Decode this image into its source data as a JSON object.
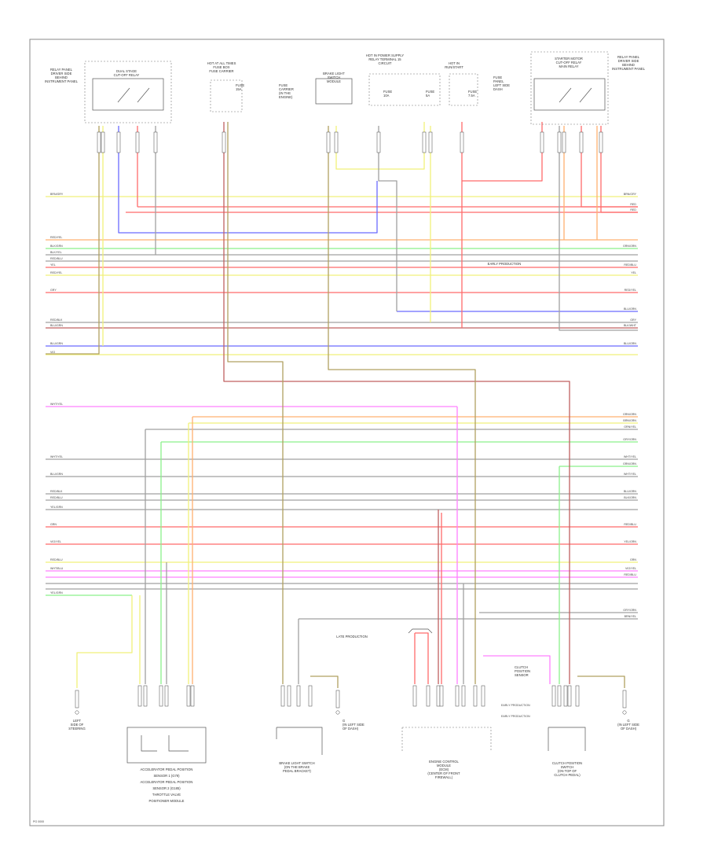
{
  "page_id": "PG 0000",
  "components": {
    "relay_left": {
      "lines": [
        "DUAL STAGE",
        "CUT-OFF RELAY"
      ]
    },
    "relay_left_side": {
      "lines": [
        "RELAY PANEL",
        "DRIVER SIDE",
        "BEHIND",
        "INSTRUMENT PANEL"
      ]
    },
    "fuse_box_top": {
      "lines": [
        "HOT AT ALL TIMES",
        "FUSE BOX",
        "FUSE CARRIER"
      ]
    },
    "fuse_a": {
      "lines": [
        "FUSE",
        "15A"
      ]
    },
    "fuse_a_note": {
      "lines": [
        "FUSE",
        "CARRIER",
        "(IN THE",
        "ENGINE)"
      ]
    },
    "brake_switch": {
      "lines": [
        "BRAKE LIGHT",
        "SWITCH",
        "MODULE"
      ]
    },
    "hot_supply": {
      "lines": [
        "HOT IN POWER SUPPLY",
        "RELAY TERMINAL 15",
        "CIRCUIT"
      ]
    },
    "fuse_b": {
      "lines": [
        "FUSE",
        "10A"
      ]
    },
    "fuse_c": {
      "lines": [
        "FUSE",
        "5A"
      ]
    },
    "fuse_d": {
      "lines": [
        "FUSE",
        "7.5A"
      ]
    },
    "hot_run": {
      "lines": [
        "HOT IN",
        "RUN/START"
      ]
    },
    "fuse_d_note": {
      "lines": [
        "FUSE",
        "PANEL",
        "LEFT SIDE",
        "DASH"
      ]
    },
    "relay_right": {
      "lines": [
        "STARTER MOTOR",
        "CUT-OFF RELAY",
        "MAIN RELAY"
      ]
    },
    "relay_right_side": {
      "lines": [
        "RELAY PANEL",
        "DRIVER SIDE",
        "BEHIND",
        "INSTRUMENT PANEL"
      ]
    },
    "clutch_sensor": {
      "lines": [
        "CLUTCH",
        "POSITION",
        "SENSOR"
      ]
    },
    "accel_module": {
      "lines": [
        "ACCELERATOR PEDAL POSITION",
        "SENSOR 1 (G79)",
        "ACCELERATOR PEDAL POSITION",
        "SENSOR 2 (G185)",
        "THROTTLE VALVE",
        "POSITIONER MODULE"
      ]
    },
    "brake_pedal": {
      "lines": [
        "BRAKE LIGHT SWITCH",
        "(ON THE BRAKE",
        "PEDAL BRACKET)"
      ]
    },
    "abs_control": {
      "lines": [
        "ENGINE CONTROL",
        "MODULE",
        "(ECM)",
        "(CENTER OF FRONT",
        "FIREWALL)"
      ]
    },
    "clutch_right": {
      "lines": [
        "CLUTCH POSITION",
        "SWITCH",
        "(ON TOP OF",
        "CLUTCH PEDAL)"
      ]
    },
    "ground_left": {
      "lines": [
        "LEFT",
        "SIDE OF",
        "STEERING"
      ]
    },
    "ground_mid": {
      "lines": [
        "G",
        "(IN LEFT SIDE",
        "OF DASH)"
      ]
    },
    "ground_right": {
      "lines": [
        "G",
        "(IN LEFT SIDE",
        "OF DASH)"
      ]
    },
    "early_prod_1": "EARLY PRODUCTION",
    "early_prod_2": "EARLY PRODUCTION",
    "late_prod": "LATE PRODUCTION",
    "note_right_a": "EARLY PRODUCTION"
  },
  "wire_labels_left": [
    "BRN/GRY",
    "RED/YEL",
    "BLK/GRN",
    "BLK/YEL",
    "RED/BLU",
    "YEL",
    "RED/YEL",
    "GRY",
    "RED/BLK",
    "BLU/GRN",
    "BLU/GRN",
    "VIO",
    "WHT/YEL",
    "WHT/YEL",
    "BLU/GRN",
    "RED/BLK",
    "RED/BLU",
    "YEL/GRN",
    "GRN",
    "VIO/YEL",
    "RED/BLU",
    "WHT/BLU",
    "YEL/GRN"
  ],
  "wire_labels_right": [
    "BRN/GRY",
    "RED",
    "RED",
    "GRN/GRN",
    "RED/BLU",
    "YEL",
    "RED/YEL",
    "BLU/GRN",
    "GRY",
    "BLK/WHT",
    "BLU/GRN",
    "GRN/GRN",
    "BRN/GRN",
    "GRN/YEL",
    "GRY/GRN",
    "WHT/YEL",
    "GRN/GRN",
    "WHT/YEL",
    "BLU/GRN",
    "BLK/GRN",
    "RED/BLU",
    "YEL/GRN",
    "GRN",
    "VIO/YEL",
    "RED/BLU",
    "GRY/GRN",
    "BRN/YEL"
  ],
  "colors": {
    "frame": "#888888",
    "red": "#ff6b6b",
    "blue": "#6b6bff",
    "yellow": "#f0f07a",
    "green": "#8af08a",
    "olive": "#b0a060",
    "pink": "#ff80ff",
    "gray": "#a0a0a0",
    "orange": "#ffb070",
    "darkred": "#c06060"
  }
}
